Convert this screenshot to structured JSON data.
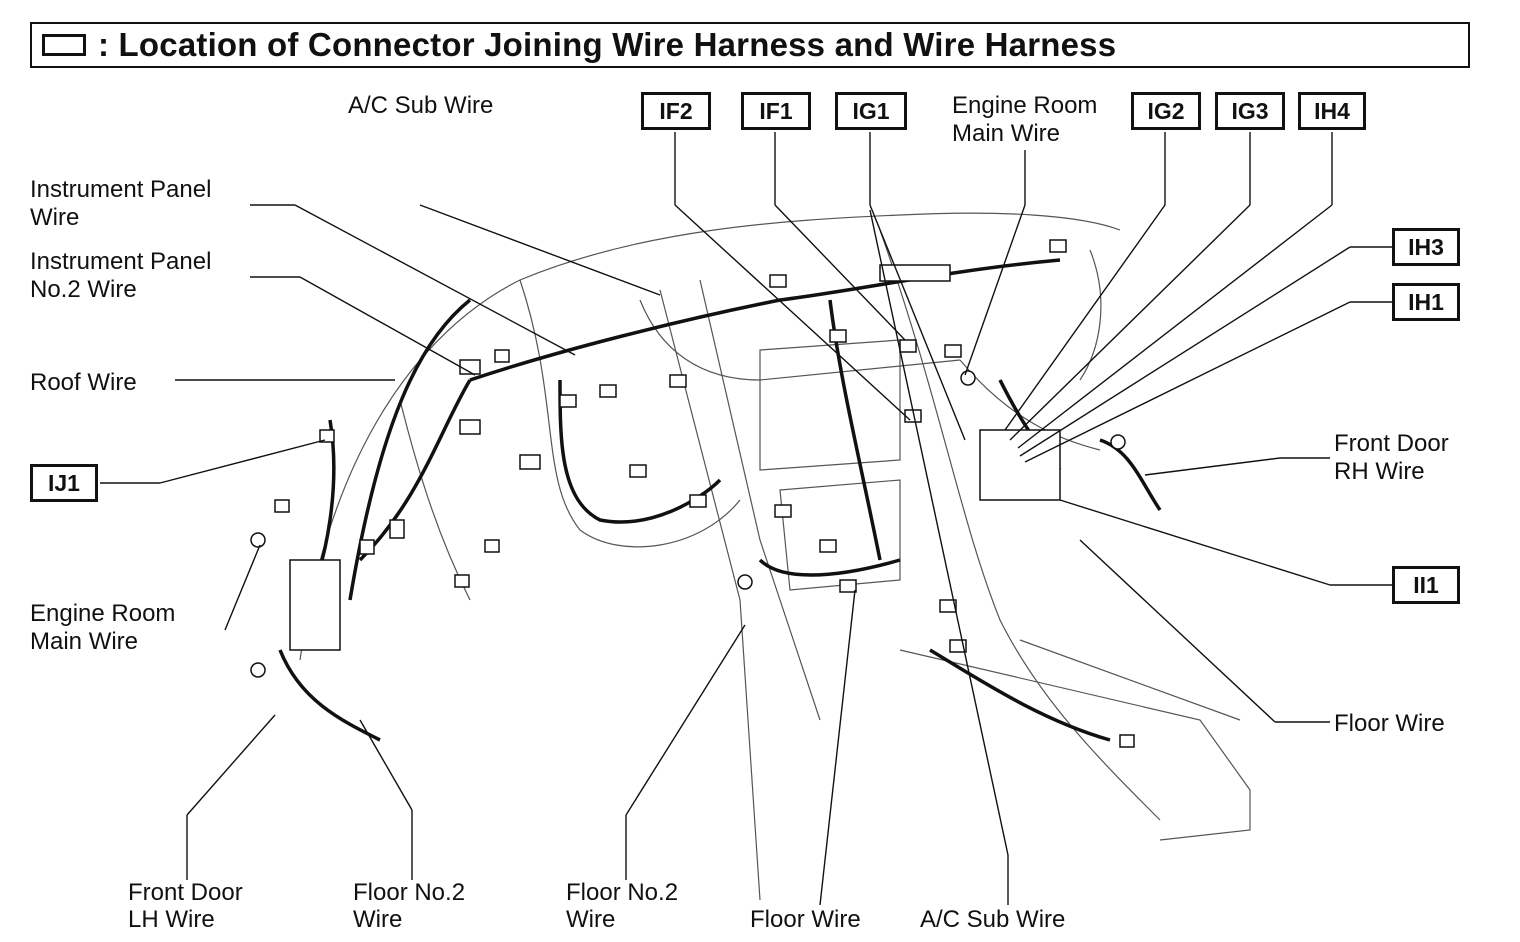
{
  "title": ": Location of Connector Joining Wire Harness and Wire Harness",
  "codes": {
    "IF2": "IF2",
    "IF1": "IF1",
    "IG1": "IG1",
    "IG2": "IG2",
    "IG3": "IG3",
    "IH4": "IH4",
    "IH3": "IH3",
    "IH1": "IH1",
    "IJ1": "IJ1",
    "II1": "II1"
  },
  "labels": {
    "ac_sub_wire_top": "A/C Sub Wire",
    "engine_room_main_top_1": "Engine Room",
    "engine_room_main_top_2": "Main Wire",
    "instrument_panel_1": "Instrument Panel",
    "instrument_panel_2": "Wire",
    "instrument_panel_no2_1": "Instrument Panel",
    "instrument_panel_no2_2": "No.2 Wire",
    "roof_wire": "Roof Wire",
    "engine_room_main_left_1": "Engine Room",
    "engine_room_main_left_2": "Main Wire",
    "front_door_rh_1": "Front Door",
    "front_door_rh_2": "RH Wire",
    "floor_wire_right": "Floor Wire",
    "front_door_lh_1": "Front Door",
    "front_door_lh_2": "LH Wire",
    "floor_no2_a_1": "Floor No.2",
    "floor_no2_a_2": "Wire",
    "floor_no2_b_1": "Floor No.2",
    "floor_no2_b_2": "Wire",
    "floor_wire_bottom": "Floor Wire",
    "ac_sub_wire_bottom": "A/C Sub Wire"
  }
}
